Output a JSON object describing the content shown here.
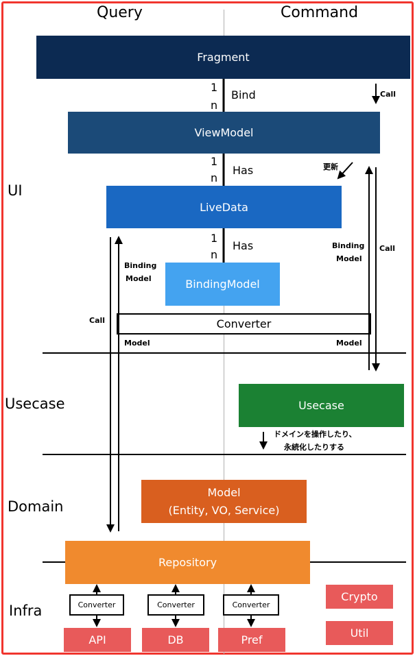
{
  "columns": {
    "query": "Query",
    "command": "Command"
  },
  "layers": {
    "ui": "UI",
    "usecase": "Usecase",
    "domain": "Domain",
    "infra": "Infra"
  },
  "boxes": {
    "fragment": "Fragment",
    "viewmodel": "ViewModel",
    "livedata": "LiveData",
    "bindingmodel": "BindingModel",
    "converter": "Converter",
    "usecase": "Usecase",
    "model_line1": "Model",
    "model_line2": "(Entity, VO, Service)",
    "repository": "Repository",
    "crypto": "Crypto",
    "util": "Util",
    "api": "API",
    "db": "DB",
    "pref": "Pref",
    "infra_converter": "Converter"
  },
  "relations": {
    "bind": {
      "one": "1",
      "many": "n",
      "label": "Bind"
    },
    "has1": {
      "one": "1",
      "many": "n",
      "label": "Has"
    },
    "has2": {
      "one": "1",
      "many": "n",
      "label": "Has"
    }
  },
  "annotations": {
    "call_top": "Call",
    "update": "更新",
    "binding_model_right_1": "Binding",
    "binding_model_right_2": "Model",
    "call_right": "Call",
    "binding_model_left_1": "Binding",
    "binding_model_left_2": "Model",
    "call_left": "Call",
    "model_left": "Model",
    "model_right": "Model",
    "domain_op_1": "ドメインを操作したり、",
    "domain_op_2": "永続化したりする"
  },
  "colors": {
    "frame": "#f0352e",
    "fragment": "#0c2a52",
    "viewmodel": "#1b4a78",
    "livedata": "#1a68c2",
    "bindingmodel": "#44a3f0",
    "usecase": "#1b8133",
    "model": "#d95f1f",
    "repository": "#f08a2e",
    "infra_red": "#e85a5a"
  }
}
